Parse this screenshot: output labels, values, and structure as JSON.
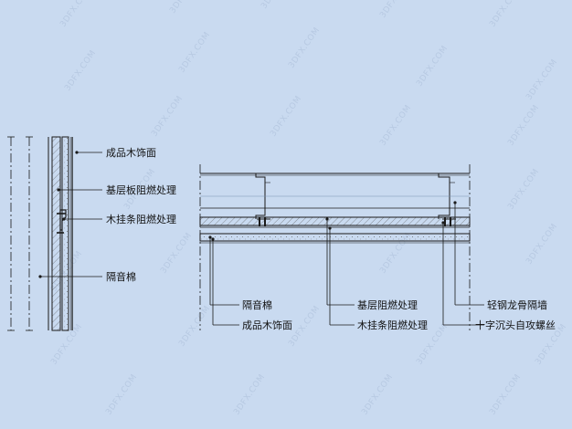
{
  "background_color": "#c9daf0",
  "line_color": "#1a1a1a",
  "watermark": "3DFX.COM",
  "left_section": {
    "labels": {
      "finish": "成品木饰面",
      "base_board": "基层板阻燃处理",
      "wood_strip": "木挂条阻燃处理",
      "insulation": "隔音棉"
    }
  },
  "right_section": {
    "labels": {
      "insulation": "隔音棉",
      "finish": "成品木饰面",
      "base_fire": "基层阻燃处理",
      "wood_strip": "木挂条阻燃处理",
      "steel_keel": "轻钢龙骨隔墙",
      "screw": "十字沉头自攻螺丝"
    }
  }
}
